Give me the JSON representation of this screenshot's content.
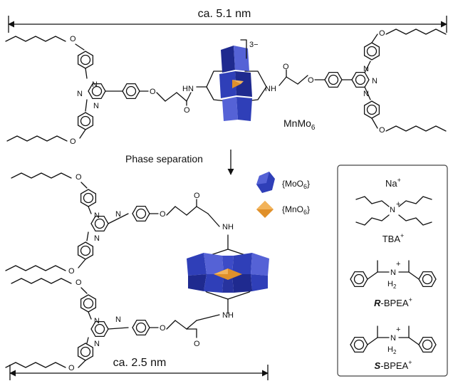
{
  "dimensions": {
    "top_length": "ca. 5.1 nm",
    "bottom_length": "ca. 2.5 nm"
  },
  "top_cluster": {
    "name": "MnMo",
    "name_sub": "6",
    "charge": "3−"
  },
  "process_label": "Phase separation",
  "legend": {
    "moo6": {
      "pre": "{MoO",
      "sub": "6",
      "post": "}",
      "color": "#2f3fb8"
    },
    "mno6": {
      "pre": "{MnO",
      "sub": "6",
      "post": "}",
      "color": "#e0902a"
    }
  },
  "cations": {
    "na": {
      "text": "Na",
      "sup": "+"
    },
    "tba": {
      "text": "TBA",
      "sup": "+"
    },
    "r_bpea": {
      "prefix": "R",
      "text": "-BPEA",
      "sup": "+"
    },
    "s_bpea": {
      "prefix": "S",
      "text": "-BPEA",
      "sup": "+"
    }
  },
  "atoms": {
    "N": "N",
    "O": "O",
    "HN": "HN",
    "NH": "NH",
    "ammonium_N": "N",
    "ammonium_N_charge": "+",
    "ammonium_H": "H",
    "ammonium_H_sub": "2"
  },
  "colors": {
    "mo_dark": "#1f2a8f",
    "mo_mid": "#2f3fb8",
    "mo_light": "#5562d6",
    "mn": "#e0902a",
    "mn_light": "#f2b35a"
  }
}
